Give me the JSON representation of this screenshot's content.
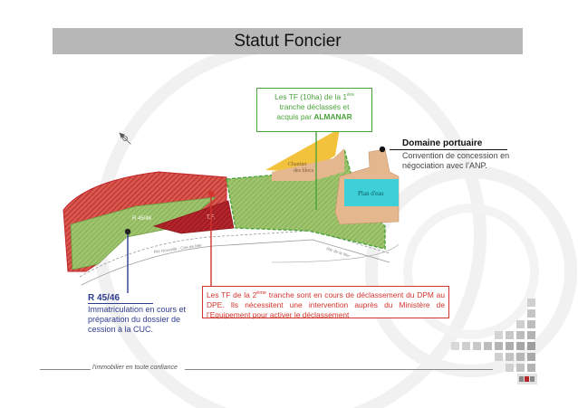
{
  "title": "Statut Foncier",
  "callout_green": {
    "line1": "Les TF (10ha) de la 1",
    "line1_sup": "ère",
    "line2": "tranche déclassés et",
    "line3": "acquis par ",
    "line3_bold": "ALMANAR"
  },
  "callout_red": {
    "part1": "Les TF de la 2",
    "sup": "ème",
    "part2": " tranche sont en cours de déclassement du DPM au DPE. Ils nécessitent une intervention auprès du Ministère de l’Equipement pour activer le déclassement"
  },
  "domaine": {
    "title": "Domaine portuaire",
    "description": "Convention de concession en négociation avec l’ANP."
  },
  "r4546": {
    "title": "R 45/46",
    "description": "Immatriculation en cours et préparation du dossier de cession à la CUC."
  },
  "map_labels": {
    "chantier": "Chantier des blocs",
    "plan_eau": "Plan d'eau",
    "parcel_r": "R 45/46",
    "parcel_tf": "T.F.",
    "road_bottom": "Rte Nouvelle - Ctre de Mer",
    "road_right": "Rte de la Mer"
  },
  "footer": {
    "tagline": "l'immobilier en toute confiance"
  },
  "colors": {
    "red": "#d0342c",
    "green": "#4aa33a",
    "navy": "#2e3c8f",
    "hatch_red": "#c2262b",
    "hatch_green": "#8ab45a",
    "yellow": "#f3c23c",
    "tan": "#e5b78f",
    "water": "#3ed0d8"
  }
}
